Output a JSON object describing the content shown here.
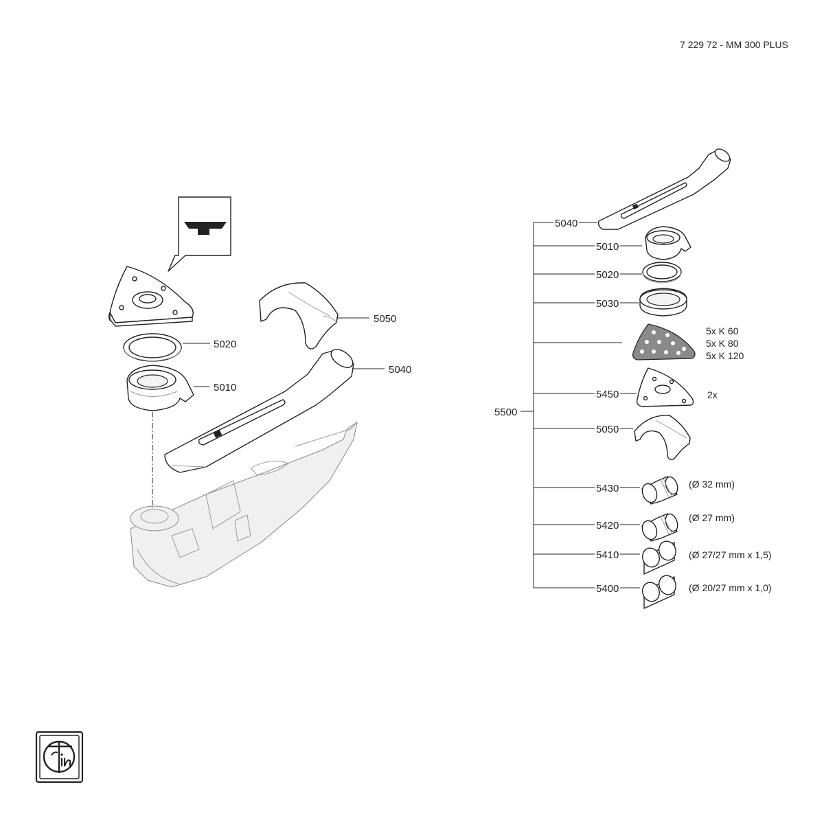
{
  "document": {
    "title": "7 229 72 - MM 300 PLUS"
  },
  "left_assembly": {
    "callouts": [
      {
        "id": "5050",
        "label": "5050"
      },
      {
        "id": "5020",
        "label": "5020"
      },
      {
        "id": "5040",
        "label": "5040"
      },
      {
        "id": "5010",
        "label": "5010"
      }
    ]
  },
  "parts_list": {
    "group_label": "5500",
    "items": [
      {
        "label": "5040",
        "note": ""
      },
      {
        "label": "5010",
        "note": ""
      },
      {
        "label": "5020",
        "note": ""
      },
      {
        "label": "5030",
        "note": ""
      },
      {
        "label": "",
        "note_lines": [
          "5x K 60",
          "5x K 80",
          "5x K 120"
        ]
      },
      {
        "label": "5450",
        "note": "2x"
      },
      {
        "label": "5050",
        "note": ""
      },
      {
        "label": "5430",
        "note": "(Ø 32 mm)"
      },
      {
        "label": "5420",
        "note": "(Ø 27 mm)"
      },
      {
        "label": "5410",
        "note": "(Ø 27/27 mm x 1,5)"
      },
      {
        "label": "5400",
        "note": "(Ø 20/27 mm x 1,0)"
      }
    ]
  },
  "logo": {
    "brand": "fein"
  }
}
